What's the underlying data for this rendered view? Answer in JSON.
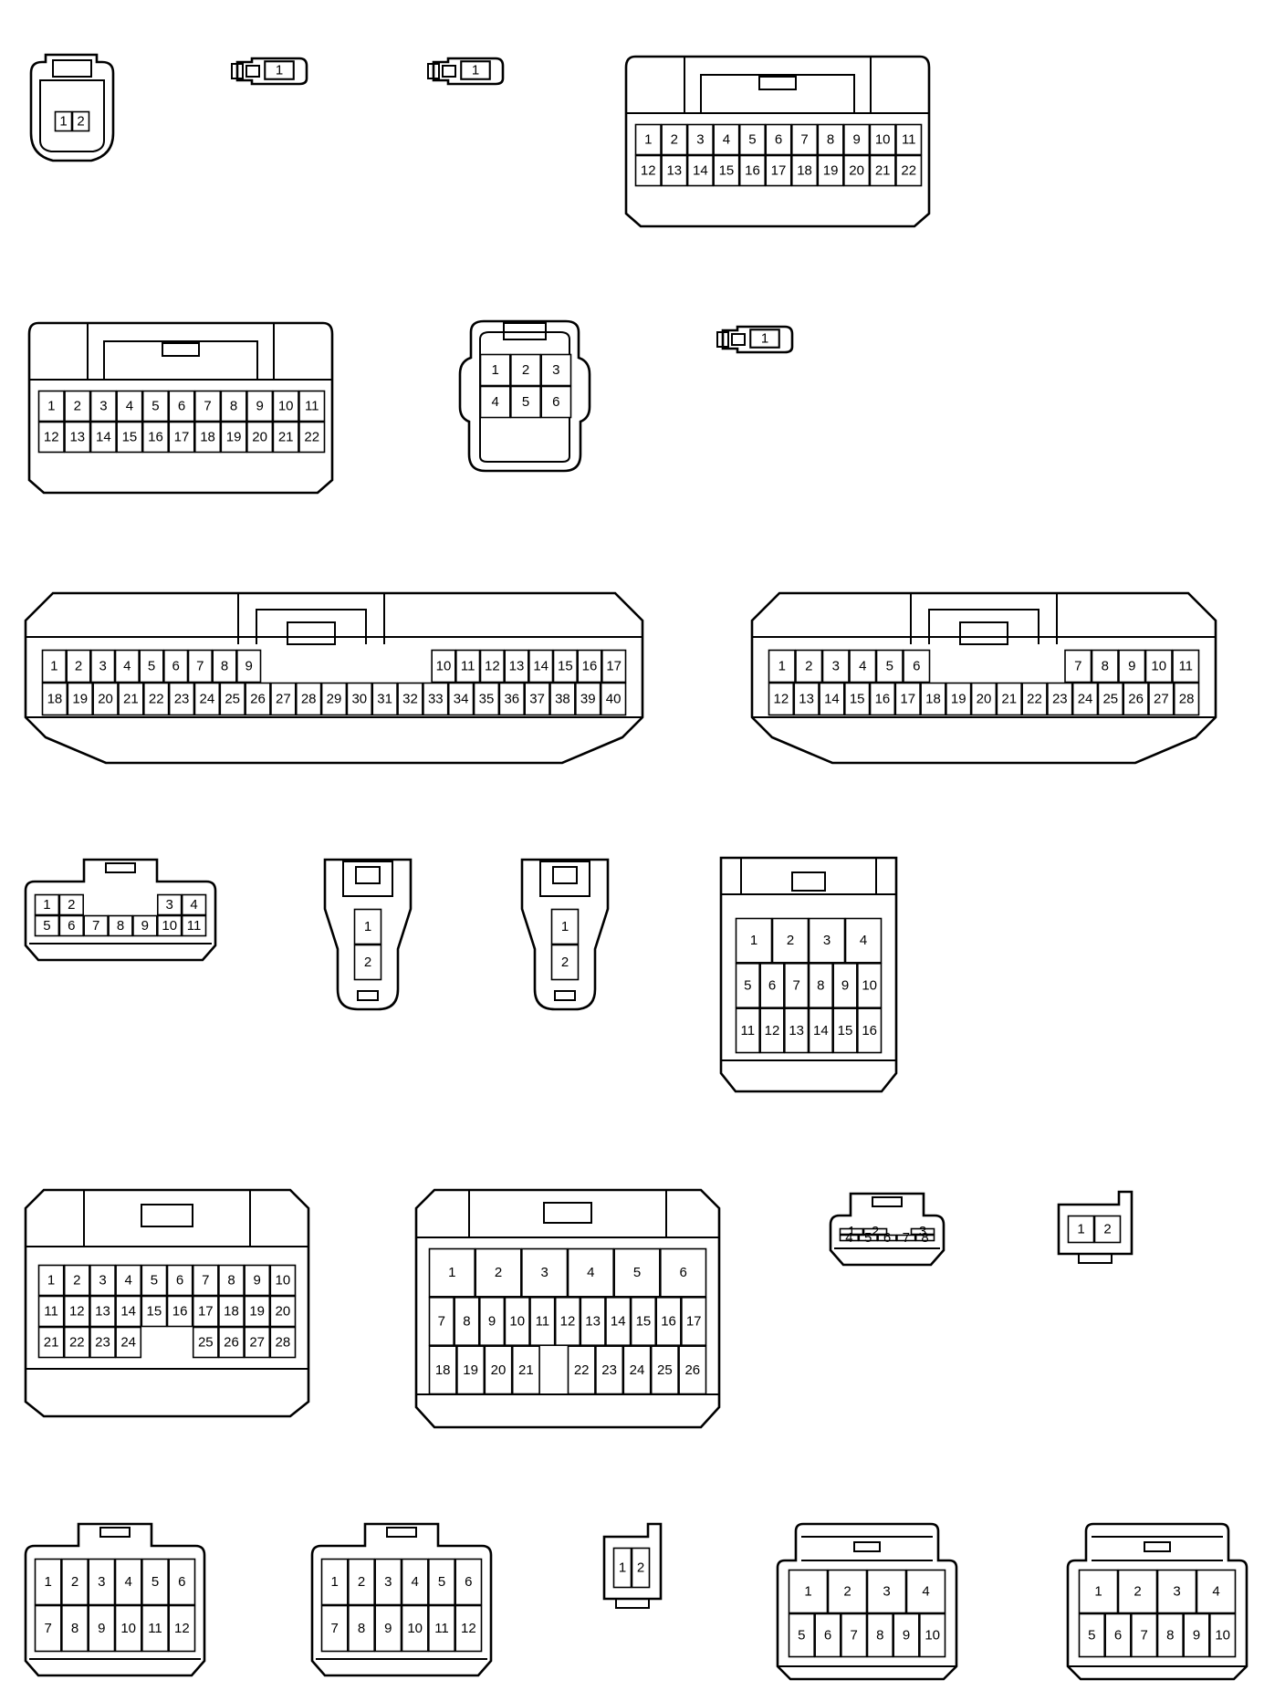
{
  "connectors": [
    {
      "id": "A 11",
      "color": "Black",
      "pins": [
        [
          "1",
          "2"
        ]
      ],
      "style": "round-small"
    },
    {
      "id": "A 23",
      "color": "Black",
      "pins": [
        [
          "1"
        ]
      ],
      "style": "tiny"
    },
    {
      "id": "A 24",
      "color": "Black",
      "pins": [
        [
          "1"
        ]
      ],
      "style": "tiny"
    },
    {
      "id": "A 27",
      "color": "White",
      "pins": [
        [
          "1",
          "2",
          "3",
          "4",
          "5",
          "6",
          "7",
          "8",
          "9",
          "10",
          "11"
        ],
        [
          "12",
          "13",
          "14",
          "15",
          "16",
          "17",
          "18",
          "19",
          "20",
          "21",
          "22"
        ]
      ],
      "style": "latch-box"
    },
    {
      "id": "A 28",
      "color": "White",
      "pins": [
        [
          "1",
          "2",
          "3",
          "4",
          "5",
          "6",
          "7",
          "8",
          "9",
          "10",
          "11"
        ],
        [
          "12",
          "13",
          "14",
          "15",
          "16",
          "17",
          "18",
          "19",
          "20",
          "21",
          "22"
        ]
      ],
      "style": "latch-box"
    },
    {
      "id": "A 29",
      "color": "Gray",
      "pins": [
        [
          "1",
          "2",
          "3"
        ],
        [
          "4",
          "5",
          "6"
        ]
      ],
      "style": "round-sealed"
    },
    {
      "id": "A 35",
      "color": "Black",
      "pins": [
        [
          "1"
        ]
      ],
      "style": "tiny"
    },
    {
      "id": "E 13",
      "color": "White",
      "pins": [
        [
          "1",
          "2",
          "3",
          "4",
          "5",
          "6",
          "7",
          "8",
          "9",
          "",
          "",
          "",
          "",
          "",
          "",
          "",
          "10",
          "11",
          "12",
          "13",
          "14",
          "15",
          "16",
          "17"
        ],
        [
          "18",
          "19",
          "20",
          "21",
          "22",
          "23",
          "24",
          "25",
          "26",
          "27",
          "28",
          "29",
          "30",
          "31",
          "32",
          "33",
          "34",
          "35",
          "36",
          "37",
          "38",
          "39",
          "40"
        ]
      ],
      "style": "wide"
    },
    {
      "id": "E 14",
      "color": "White",
      "pins": [
        [
          "1",
          "2",
          "3",
          "4",
          "5",
          "6",
          "",
          "",
          "",
          "",
          "",
          "7",
          "8",
          "9",
          "10",
          "11"
        ],
        [
          "12",
          "13",
          "14",
          "15",
          "16",
          "17",
          "18",
          "19",
          "20",
          "21",
          "22",
          "23",
          "24",
          "25",
          "26",
          "27",
          "28"
        ]
      ],
      "style": "wide"
    },
    {
      "id": "E 37",
      "color": "White",
      "pins": [
        [
          "1",
          "2",
          "",
          "",
          "",
          "3",
          "4"
        ],
        [
          "5",
          "6",
          "7",
          "8",
          "9",
          "10",
          "11"
        ]
      ],
      "style": "small-latch"
    },
    {
      "id": "E 49",
      "color": "White",
      "pins": [
        [
          "1"
        ],
        [
          "2"
        ]
      ],
      "style": "vertical"
    },
    {
      "id": "E 50",
      "color": "White",
      "pins": [
        [
          "1"
        ],
        [
          "2"
        ]
      ],
      "style": "vertical"
    },
    {
      "id": "E 59",
      "color": "White",
      "pins": [
        [
          "1",
          "2",
          "3",
          "4"
        ],
        [
          "5",
          "6",
          "7",
          "8",
          "9",
          "10"
        ],
        [
          "11",
          "12",
          "13",
          "14",
          "15",
          "16"
        ]
      ],
      "style": "e59"
    },
    {
      "id": "E 60",
      "color": "White",
      "pins": [
        [
          "1",
          "2",
          "3",
          "4",
          "5",
          "6",
          "7",
          "8",
          "9",
          "10"
        ],
        [
          "11",
          "12",
          "13",
          "14",
          "15",
          "16",
          "17",
          "18",
          "19",
          "20"
        ],
        [
          "21",
          "22",
          "23",
          "24",
          "",
          "",
          "25",
          "26",
          "27",
          "28"
        ]
      ],
      "style": "e60"
    },
    {
      "id": "E 61",
      "color": "White",
      "pins": [
        [
          "1",
          "2",
          "3",
          "4",
          "5",
          "6"
        ],
        [
          "7",
          "8",
          "9",
          "10",
          "11",
          "12",
          "13",
          "14",
          "15",
          "16",
          "17"
        ],
        [
          "18",
          "19",
          "20",
          "21",
          "",
          "22",
          "23",
          "24",
          "25",
          "26"
        ]
      ],
      "style": "e61"
    },
    {
      "id": "E 85",
      "color": "Black",
      "pins": [
        [
          "1",
          "2",
          "",
          "3"
        ],
        [
          "4",
          "5",
          "6",
          "7",
          "8"
        ]
      ],
      "style": "small-latch"
    },
    {
      "id": "E 90",
      "color": "Black",
      "pins": [
        [
          "1",
          "2"
        ]
      ],
      "style": "small-box"
    },
    {
      "id": "E 91",
      "color": "Black",
      "pins": [
        [
          "1",
          "2",
          "3",
          "4",
          "5",
          "6"
        ],
        [
          "7",
          "8",
          "9",
          "10",
          "11",
          "12"
        ]
      ],
      "style": "small-latch"
    },
    {
      "id": "E 92",
      "color": "Black",
      "pins": [
        [
          "1",
          "2",
          "3",
          "4",
          "5",
          "6"
        ],
        [
          "7",
          "8",
          "9",
          "10",
          "11",
          "12"
        ]
      ],
      "style": "small-latch"
    },
    {
      "id": "G 1",
      "color": "White",
      "pins": [
        [
          "1",
          "2"
        ]
      ],
      "style": "small-box"
    },
    {
      "id": "H 2",
      "color": "White",
      "pins": [
        [
          "1",
          "2",
          "3",
          "4"
        ],
        [
          "5",
          "6",
          "7",
          "8",
          "9",
          "10"
        ]
      ],
      "style": "h-box"
    },
    {
      "id": "I 2",
      "color": "White",
      "pins": [
        [
          "1",
          "2",
          "3",
          "4"
        ],
        [
          "5",
          "6",
          "7",
          "8",
          "9",
          "10"
        ]
      ],
      "style": "h-box"
    }
  ]
}
